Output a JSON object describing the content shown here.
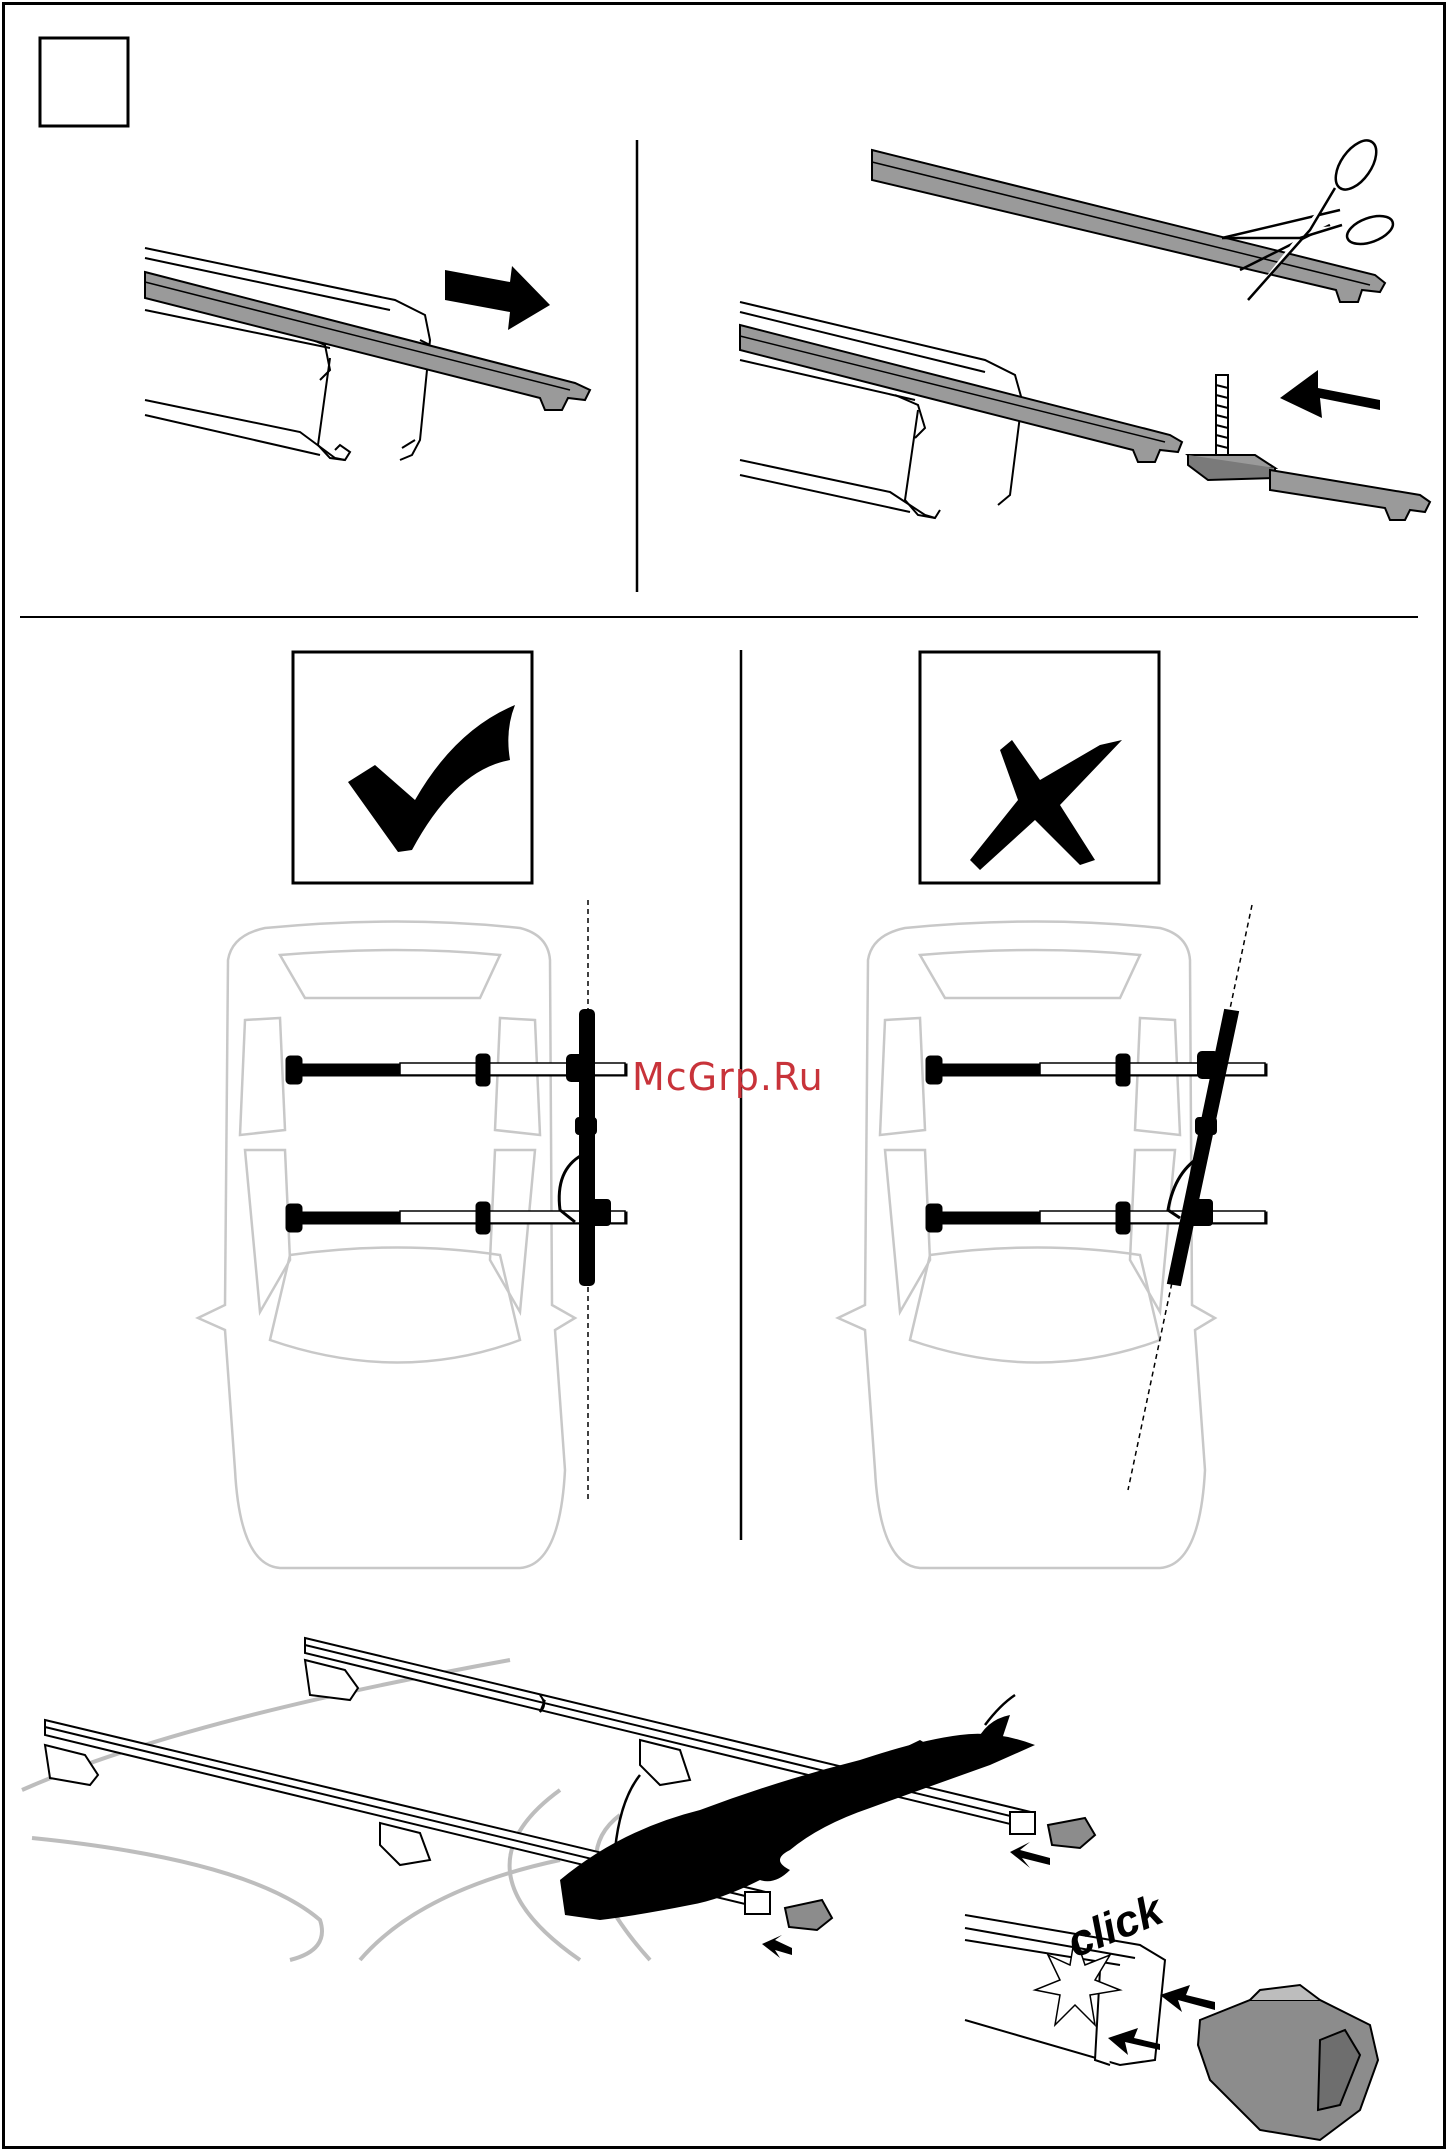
{
  "watermark": {
    "text": "McGrp.Ru",
    "color": "#c8333a"
  },
  "click_label": "click",
  "step_box": {
    "label": ""
  },
  "panels": {
    "correct": {
      "symbol": "check-mark"
    },
    "incorrect": {
      "symbol": "x-mark"
    }
  },
  "colors": {
    "rail_gray": "#9a9a9a",
    "car_outline": "#c8c8c8",
    "ink": "#000000",
    "cap_gray": "#8c8c8c"
  }
}
